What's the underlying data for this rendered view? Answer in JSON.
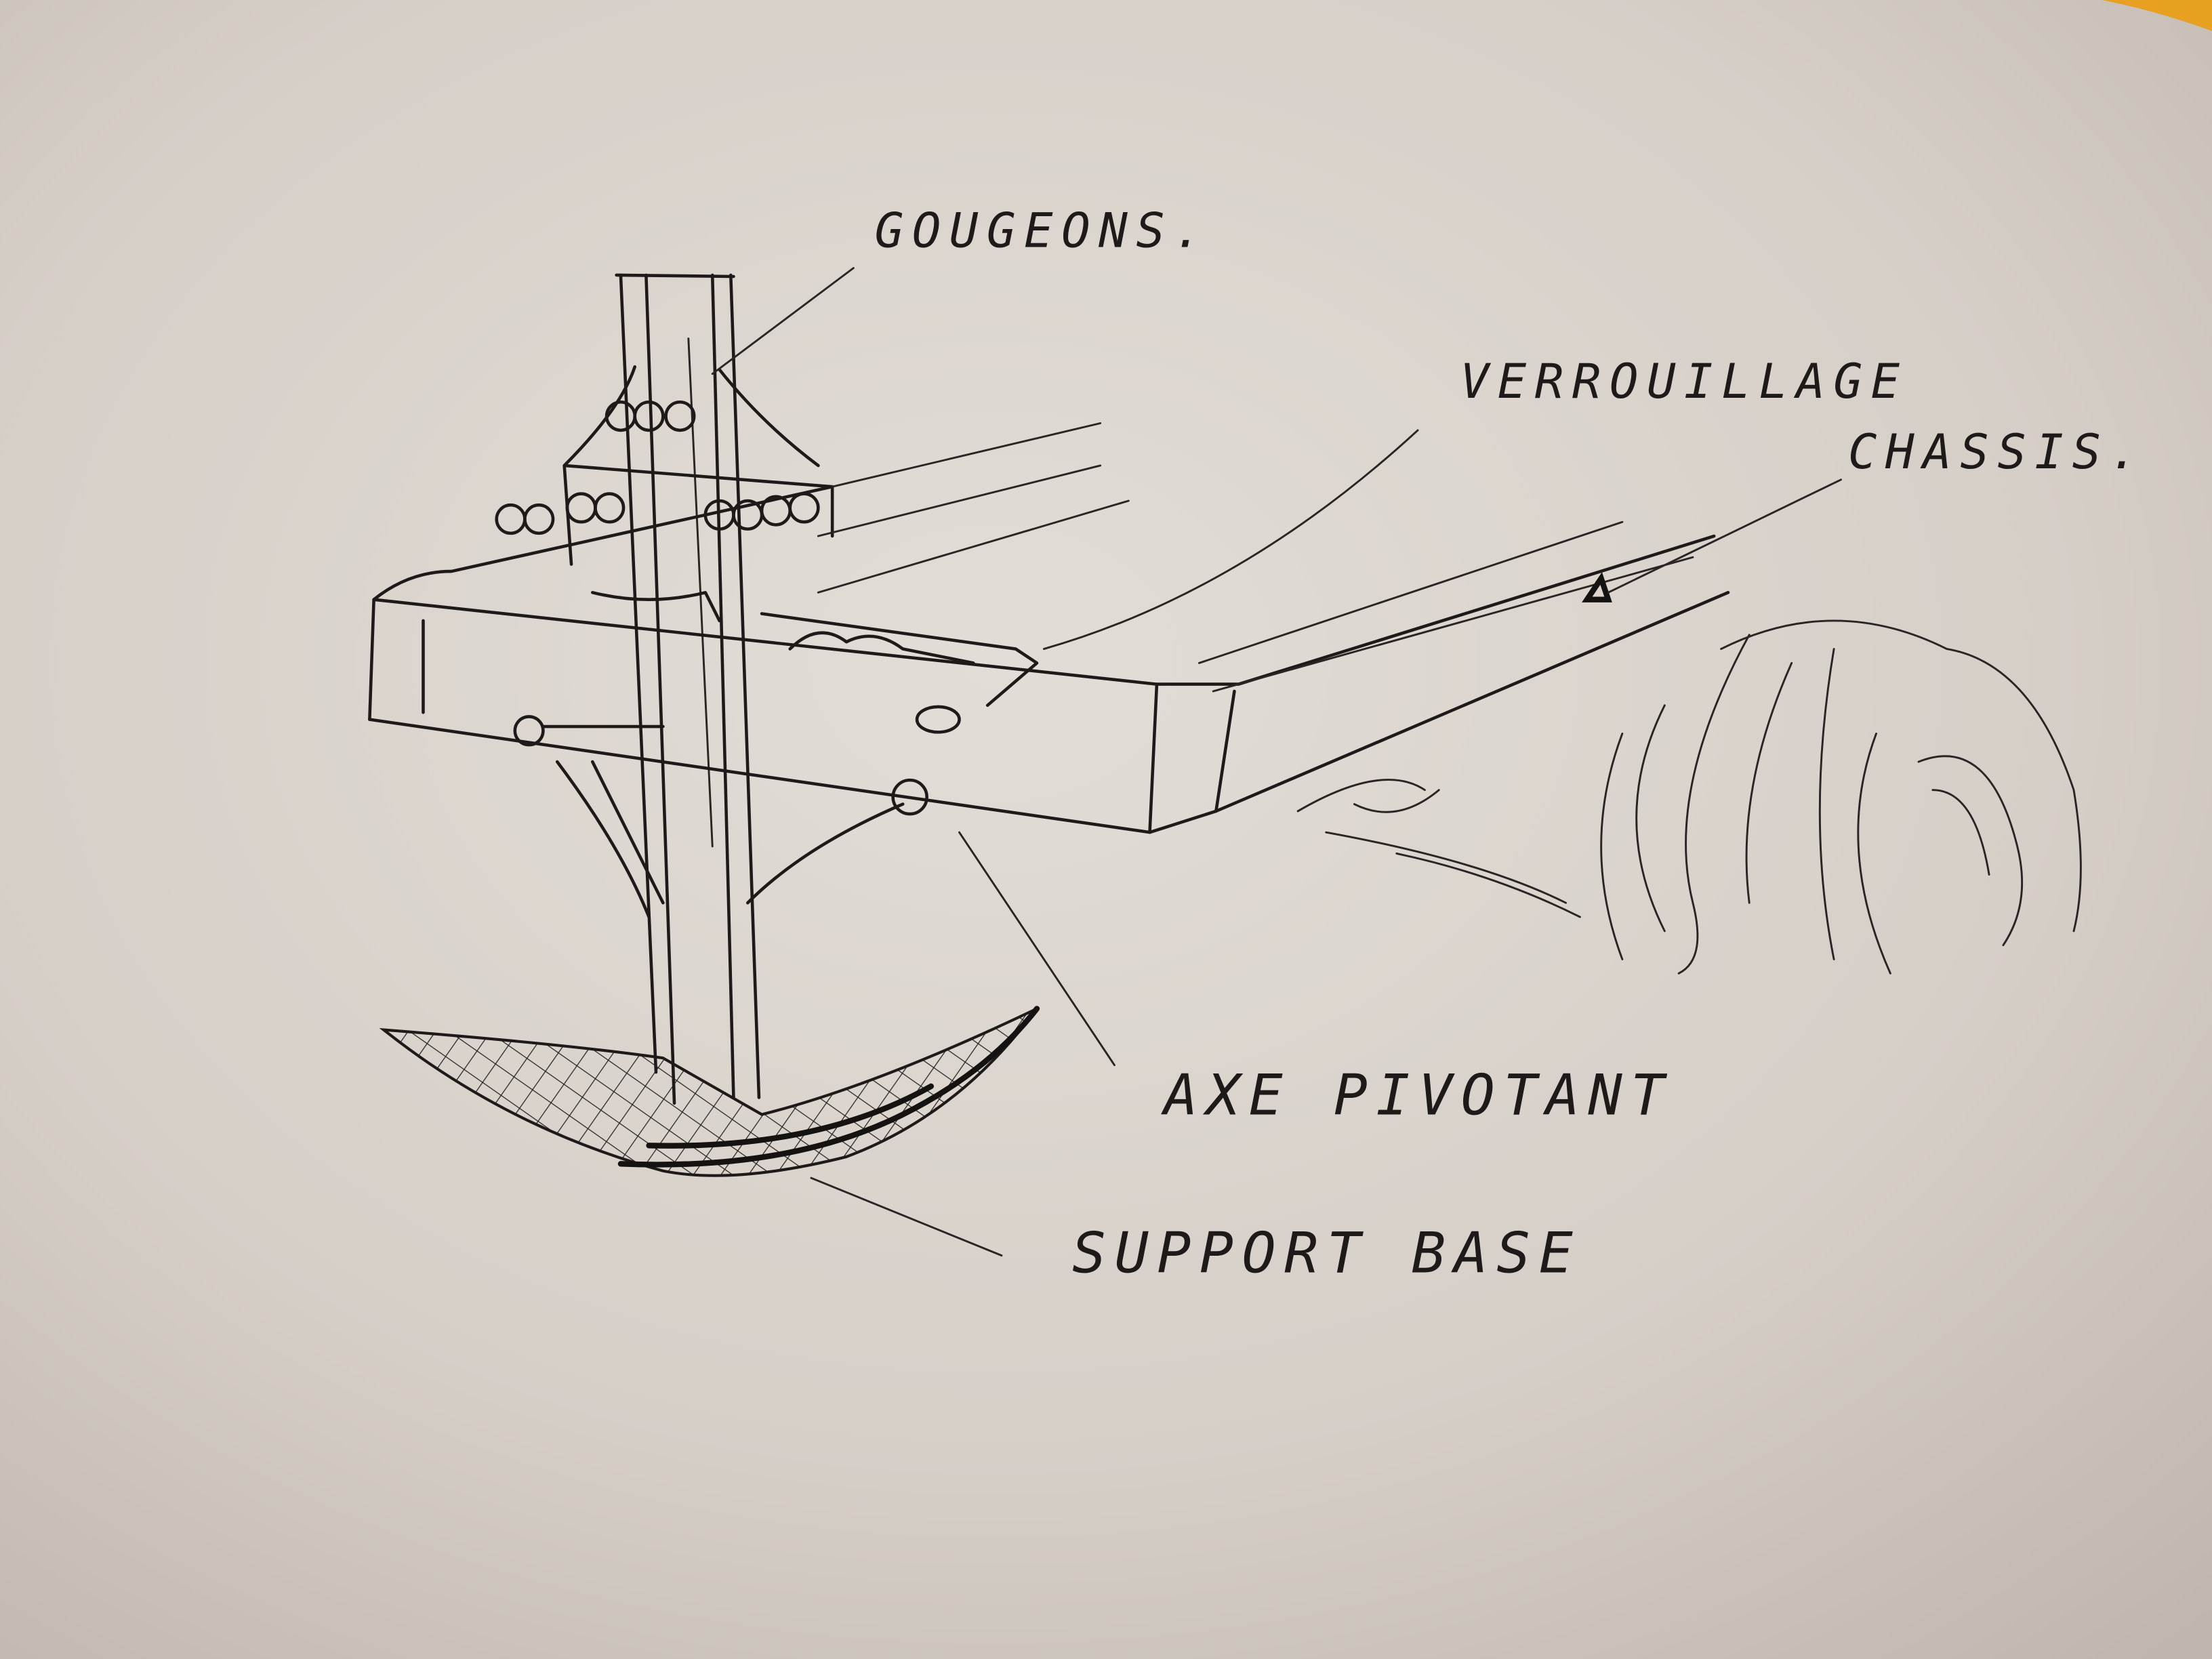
{
  "sketch": {
    "labels": {
      "gougeons": "GOUGEONS.",
      "verrouillage": "VERROUILLAGE",
      "chassis": "CHASSIS.",
      "axe_pivotant": "AXE PIVOTANT",
      "support_base": "SUPPORT BASE"
    },
    "colors": {
      "paper": "#d8d2cb",
      "ink": "#1e1a1a",
      "corner": "#e8a020"
    }
  }
}
